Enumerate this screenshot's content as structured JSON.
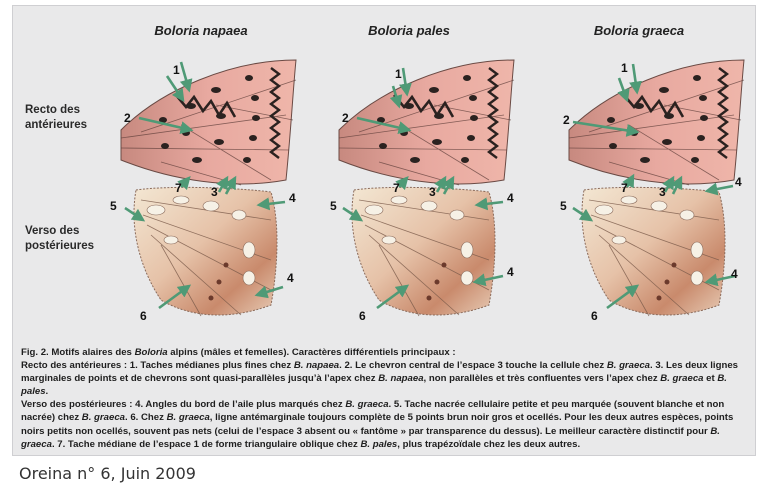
{
  "figure": {
    "species": [
      "Boloria napaea",
      "Boloria pales",
      "Boloria graeca"
    ],
    "row_labels": {
      "top": [
        "Recto des",
        "antérieures"
      ],
      "bottom": [
        "Verso des",
        "postérieures"
      ]
    },
    "marker_numbers": {
      "n1": "1",
      "n2": "2",
      "n3": "3",
      "n4": "4",
      "n5": "5",
      "n6": "6",
      "n7": "7"
    },
    "colors": {
      "wing_pink": "#e8a9a0",
      "wing_dark": "#2b2220",
      "hind_cream": "#efe3cf",
      "hind_rust": "#c98a6c",
      "arrow_green": "#4f9a76",
      "frame_bg": "#e9e9ea"
    }
  },
  "caption": {
    "title_a": "Fig. 2. Motifs alaires des ",
    "title_b": "Boloria",
    "title_c": " alpins (mâles et femelles). Caractères différentiels principaux :",
    "recto_a": "Recto des antérieures : 1. Taches médianes plus fines chez ",
    "recto_b": "B. napaea",
    "recto_c": ". 2. Le chevron central de l’espace 3 touche la cellule chez ",
    "recto_d": "B. graeca",
    "recto_e": ". 3. Les deux lignes marginales de points et de chevrons sont quasi-parallèles jusqu’à l’apex chez ",
    "recto_f": "B. napaea",
    "recto_g": ", non parallèles et très confluentes vers l’apex chez ",
    "recto_h": "B. graeca",
    "recto_i": " et ",
    "recto_j": "B. pales",
    "recto_k": ".",
    "verso_a": "Verso des postérieures : 4. Angles du bord de l’aile plus marqués chez ",
    "verso_b": "B. graeca",
    "verso_c": ". 5. Tache nacrée cellulaire petite et peu marquée (souvent blanche et non nacrée) chez ",
    "verso_d": "B. graeca",
    "verso_e": ". 6. Chez ",
    "verso_f": "B. graeca",
    "verso_g": ", ligne antémarginale toujours complète de 5 points brun noir gros et ocellés. Pour les deux autres espèces, points noirs petits non ocellés, souvent pas nets (celui de l’espace 3 absent ou « fantôme » par transparence du dessus). Le meilleur caractère distinctif pour ",
    "verso_h": "B. graeca",
    "verso_i": ". 7. Tache médiane de l’espace 1 de forme triangulaire oblique chez ",
    "verso_j": "B. pales",
    "verso_k": ", plus trapézoïdale chez les deux autres."
  },
  "source": "Oreina n° 6, Juin 2009"
}
